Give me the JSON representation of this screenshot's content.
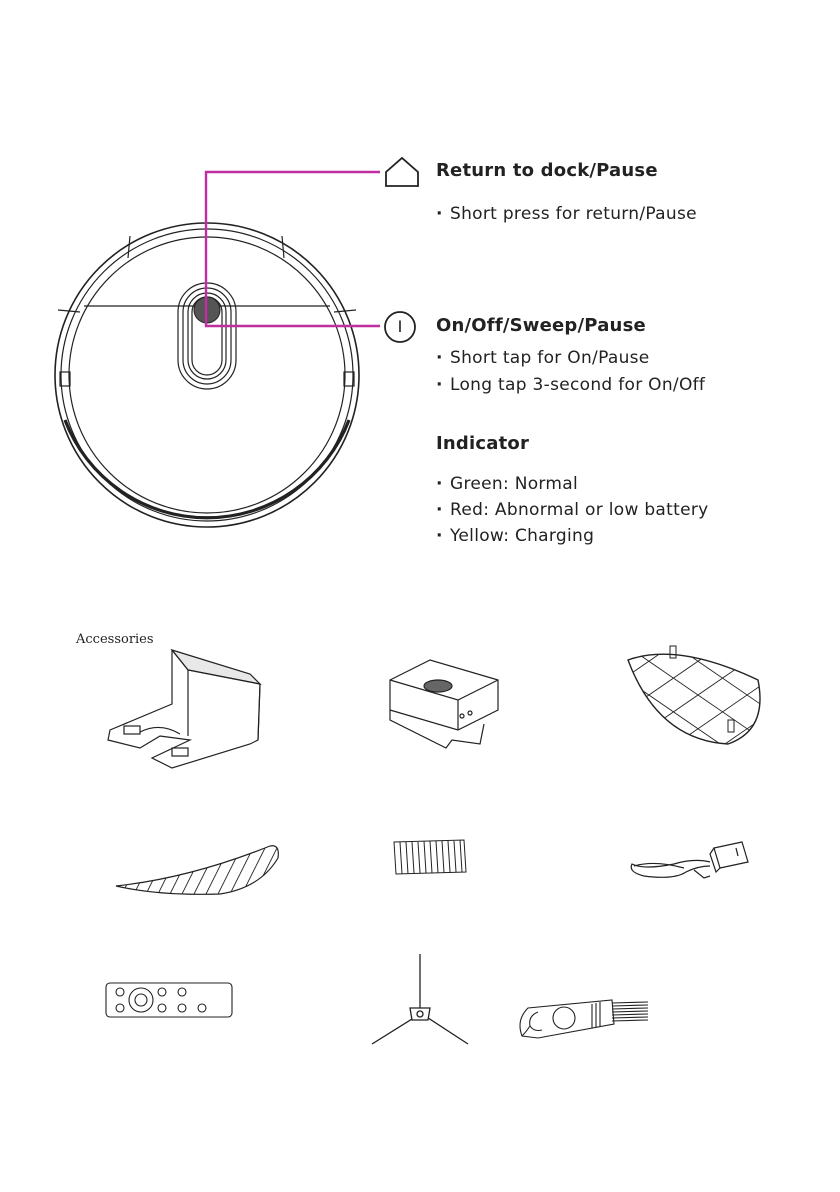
{
  "callouts": {
    "dock": {
      "title": "Return to dock/Pause",
      "bullets": [
        "Short press for return/Pause"
      ]
    },
    "power": {
      "icon_label": "I",
      "title": "On/Off/Sweep/Pause",
      "bullets": [
        "Short tap for On/Pause",
        "Long tap 3-second for On/Off"
      ]
    },
    "indicator": {
      "title": "Indicator",
      "bullets": [
        "Green: Normal",
        "Red: Abnormal or low battery",
        "Yellow: Charging"
      ]
    }
  },
  "accessories": {
    "title": "Accessories",
    "items": [
      "charging-dock",
      "water-tank",
      "mop-bracket",
      "mop-pad",
      "filter",
      "power-adapter",
      "remote-control",
      "side-brush",
      "cleaning-tool"
    ]
  },
  "colors": {
    "leader_line": "#c02ea0",
    "line_art": "#222222"
  }
}
